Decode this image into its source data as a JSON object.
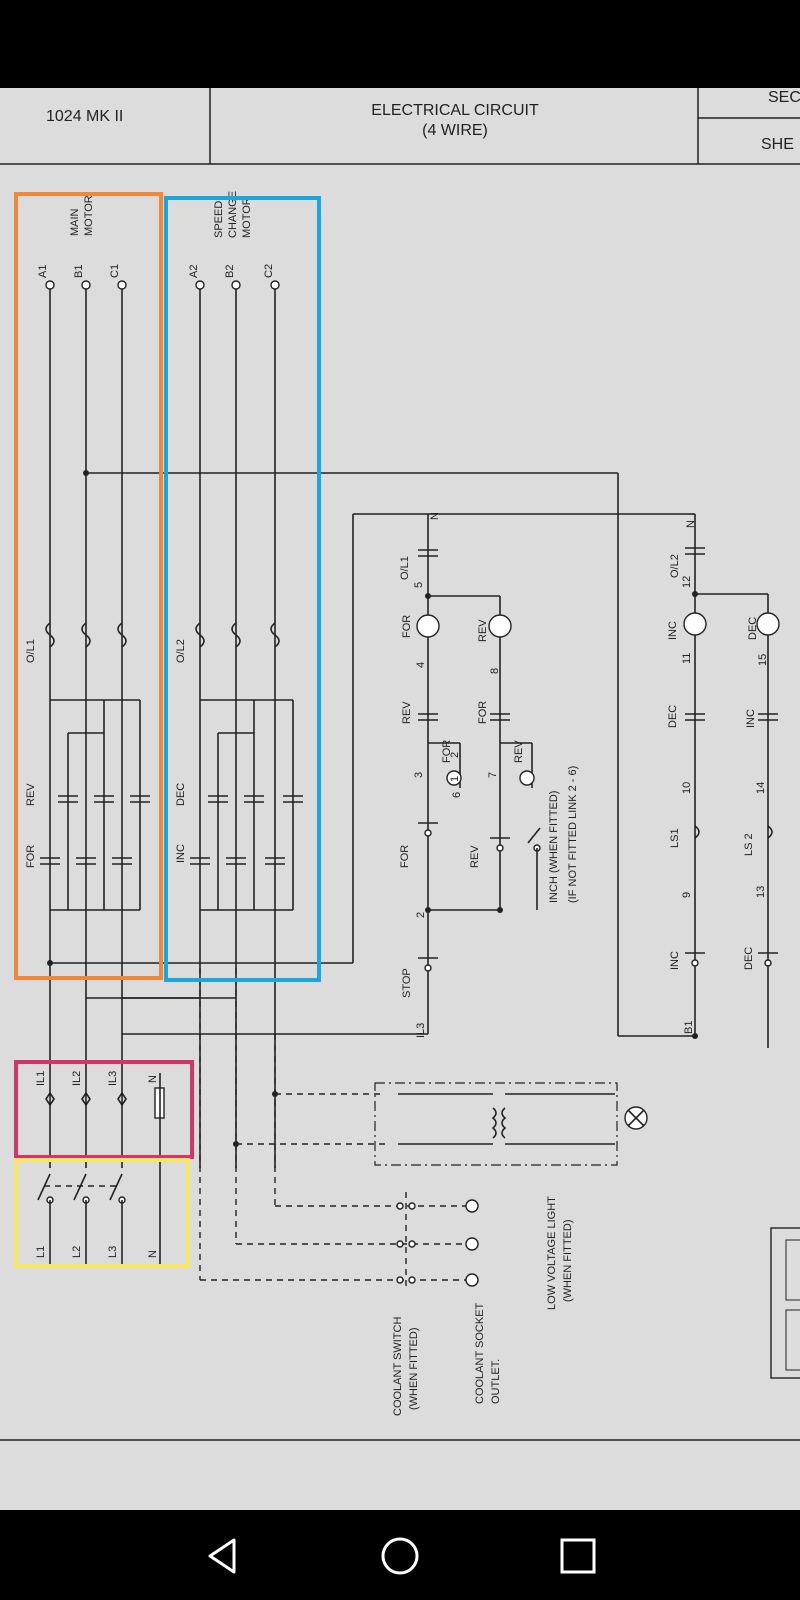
{
  "header": {
    "model": "1024 MK II",
    "title_line1": "ELECTRICAL CIRCUIT",
    "title_line2": "(4 WIRE)",
    "sec_label": "SEC",
    "sheet_label": "SHE"
  },
  "motors": {
    "main_line1": "MAIN",
    "main_line2": "MOTOR",
    "speed_line1": "SPEED",
    "speed_line2": "CHANGE",
    "speed_line3": "MOTOR",
    "main_terms": [
      "A1",
      "B1",
      "C1"
    ],
    "speed_terms": [
      "A2",
      "B2",
      "C2"
    ]
  },
  "power": {
    "ol1": "O/L1",
    "ol2": "O/L2",
    "for": "FOR",
    "rev": "REV",
    "inc": "INC",
    "dec": "DEC"
  },
  "fuses": [
    "IL1",
    "IL2",
    "IL3",
    "N"
  ],
  "supply": [
    "L1",
    "L2",
    "L3",
    "N"
  ],
  "control": {
    "n1": "N",
    "ol1": "O/L1",
    "n5": "5",
    "for_coil": "FOR",
    "n4": "4",
    "rev_coil": "REV",
    "n8": "8",
    "rev_contact": "REV",
    "for_contact": "FOR",
    "c3": "3",
    "c4": "4",
    "n3": "3",
    "n7": "7",
    "for_aux": "FOR",
    "rev_aux": "REV",
    "a6": "6",
    "a1": "1",
    "a2": "2",
    "inch_line1": "INCH (WHEN FITTED)",
    "inch_line2": "(IF NOT FITTED LINK 2 - 6)",
    "for_btn": "FOR",
    "rev_btn": "REV",
    "n2": "2",
    "stop": "STOP",
    "il3": "IL3"
  },
  "control2": {
    "n": "N",
    "ol2": "O/L2",
    "n12": "12",
    "inc_coil": "INC",
    "n11": "11",
    "dec_coil": "DEC",
    "n15": "15",
    "dec_contact": "DEC",
    "inc_contact": "INC",
    "n10": "10",
    "n14": "14",
    "ls1": "LS1",
    "ls2": "LS 2",
    "n9": "9",
    "n13": "13",
    "inc_btn": "INC",
    "dec_btn": "DEC",
    "b1": "B1"
  },
  "accessories": {
    "coolant_switch_1": "COOLANT SWITCH",
    "coolant_switch_2": "(WHEN FITTED)",
    "coolant_socket_1": "COOLANT SOCKET",
    "coolant_socket_2": "OUTLET.",
    "light_1": "LOW VOLTAGE LIGHT",
    "light_2": "(WHEN FITTED)"
  },
  "highlights": {
    "orange": "#f0883a",
    "blue": "#1aa7e0",
    "magenta": "#d6336c",
    "yellow": "#f5e663"
  }
}
